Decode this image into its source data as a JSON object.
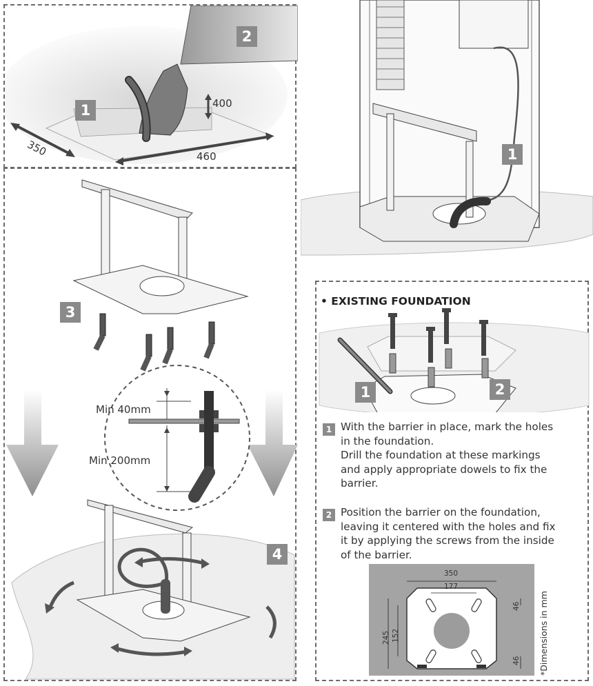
{
  "step1_panel": {
    "badge_1": "1",
    "badge_2": "2",
    "dim_width": "350",
    "dim_length": "460",
    "dim_depth": "400"
  },
  "step3_panel": {
    "badge_3": "3",
    "badge_4": "4",
    "min_top": "Min 40mm",
    "min_bottom": "Min 200mm"
  },
  "post_panel": {
    "badge_1": "1"
  },
  "existing_foundation": {
    "heading": "• EXISTING FOUNDATION",
    "badge_1": "1",
    "badge_2": "2",
    "step1_badge": "1",
    "step1_lines": [
      "With the barrier in place, mark the holes",
      "in the foundation.",
      "Drill the foundation at these markings",
      "and apply appropriate dowels to fix the",
      "barrier."
    ],
    "step2_badge": "2",
    "step2_lines": [
      "Position the barrier on the foundation,",
      "leaving it centered with the holes and fix",
      "it by applying the screws from the inside",
      "of the barrier."
    ],
    "drawing": {
      "dim_350": "350",
      "dim_177": "177",
      "dim_245": "245",
      "dim_152": "152",
      "dim_46_top": "46",
      "dim_46_bottom": "46",
      "units_note": "*Dimensions in mm"
    }
  }
}
